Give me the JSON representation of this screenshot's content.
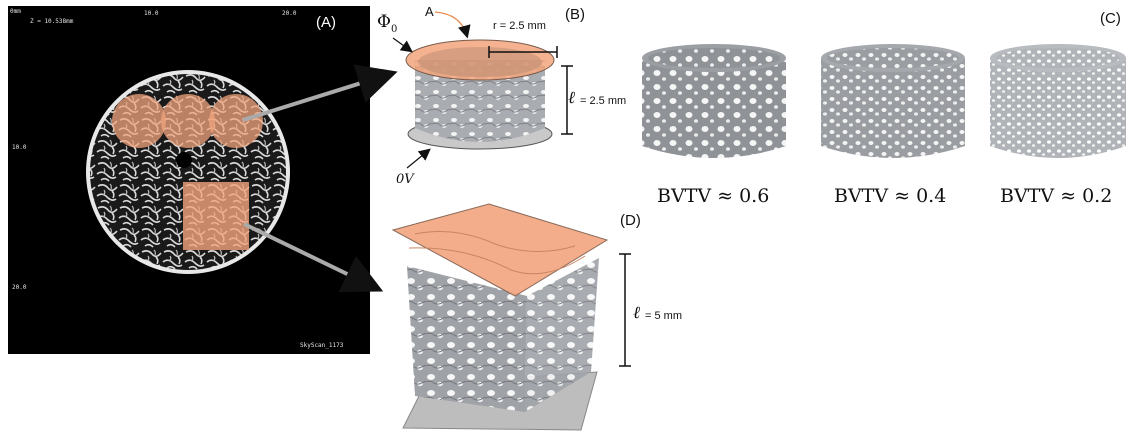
{
  "panels": {
    "a": "(A)",
    "b": "(B)",
    "c": "(C)",
    "d": "(D)"
  },
  "scan": {
    "origin_tick": "0mm",
    "z_readout": "Z = 10.538mm",
    "tick_top_10": "10.0",
    "tick_top_20": "20.0",
    "tick_left_10": "10.0",
    "tick_left_20": "20.0",
    "device": "SkyScan_1173"
  },
  "cylinder": {
    "phi_label": "Φ",
    "phi_sub": "0",
    "area_label": "A",
    "radius_label": "r = 2.5 mm",
    "height_sym": "ℓ",
    "height_val": "= 2.5 mm",
    "ground_label": "0V"
  },
  "cube": {
    "height_sym": "ℓ",
    "height_val": "= 5 mm"
  },
  "samples": [
    {
      "label": "BVTV ≈ 0.6"
    },
    {
      "label": "BVTV ≈ 0.4"
    },
    {
      "label": "BVTV ≈ 0.2"
    }
  ],
  "colors": {
    "highlight": "#f2a47d",
    "bone": "#9a9ea4",
    "background_scan": "#000000"
  }
}
